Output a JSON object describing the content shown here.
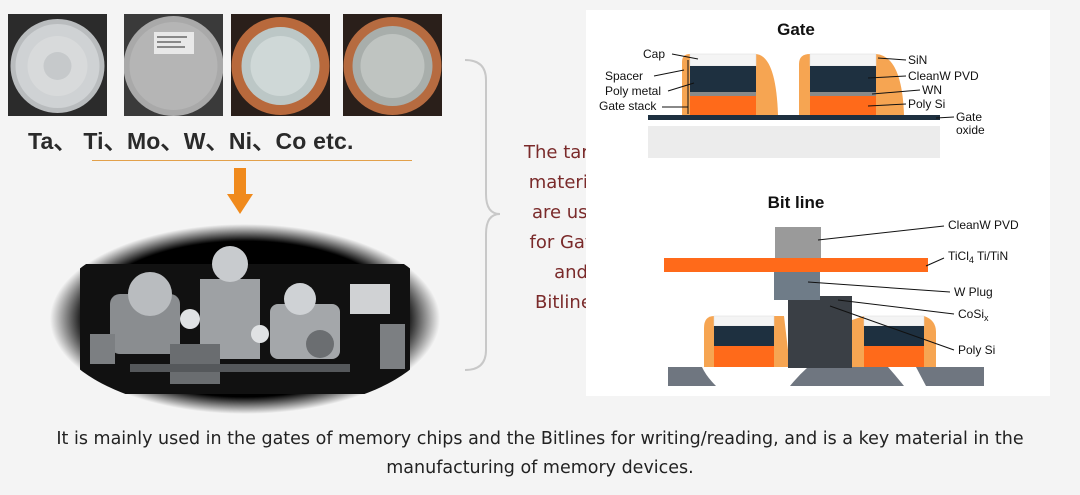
{
  "metals": "Ta、 Ti、Mo、W、Ni、Co  etc.",
  "target_text": [
    "The target",
    "materials",
    "are used",
    "for Gates",
    "and",
    "Bitlines."
  ],
  "gate": {
    "title": "Gate",
    "labels": {
      "cap": "Cap",
      "spacer": "Spacer",
      "poly_metal": "Poly metal",
      "gate_stack": "Gate stack",
      "sin": "SiN",
      "cleanw": "CleanW PVD",
      "wn": "WN",
      "poly_si": "Poly Si",
      "gate_oxide_1": "Gate",
      "gate_oxide_2": "oxide"
    }
  },
  "bitline": {
    "title": "Bit line",
    "labels": {
      "cleanw": "CleanW PVD",
      "ticl_prefix": "TiCl",
      "ticl_sub": "4",
      "ticl_suffix": " Ti/TiN",
      "w_plug": "W Plug",
      "cosi_prefix": "CoSi",
      "cosi_sub": "x",
      "poly_si": "Poly Si"
    }
  },
  "bottom_line1": "It is mainly used in the gates of memory chips and the Bitlines for writing/reading, and is a key material in the",
  "bottom_line2": "manufacturing of memory devices.",
  "colors": {
    "orange": "#ff6a1a",
    "spacer": "#f6a552",
    "dark": "#1e3040",
    "caption_red": "#7a2a2a"
  }
}
